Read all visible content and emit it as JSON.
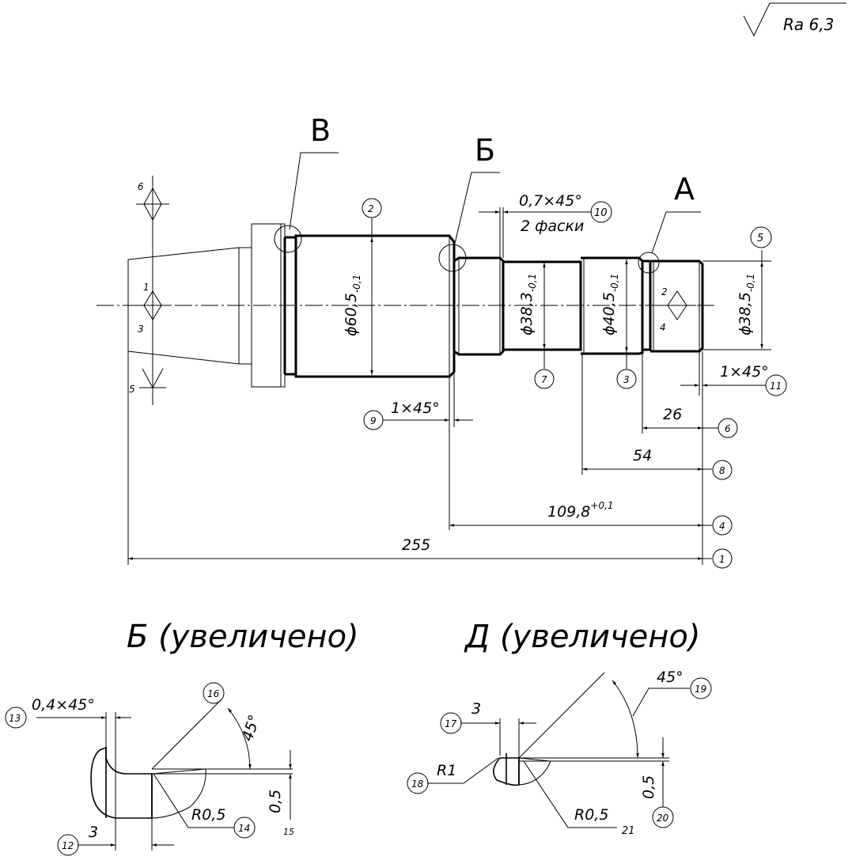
{
  "roughness": {
    "symbol": "Ra 6,3"
  },
  "views": {
    "b": "Б",
    "v": "В",
    "a": "А"
  },
  "dims": {
    "d1": "ϕ60,5",
    "d1_tol": "-0,1",
    "d2": "ϕ38,3",
    "d2_tol": "-0,1",
    "d3": "ϕ40,5",
    "d3_tol": "-0,1",
    "d4": "ϕ38,5",
    "d4_tol": "-0,1",
    "ch1": "0,7×45°",
    "ch1b": "2 фаски",
    "ch2": "1×45°",
    "ch3": "1×45°",
    "l26": "26",
    "l54": "54",
    "l109": "109,8",
    "l109_tol": "+0,1",
    "l255": "255"
  },
  "markers": [
    "1",
    "2",
    "3",
    "4",
    "5",
    "6",
    "7",
    "8",
    "9",
    "10",
    "11",
    "12",
    "13",
    "14",
    "15",
    "16",
    "17",
    "18",
    "19",
    "20",
    "21"
  ],
  "base_marks": {
    "m6": "6",
    "m1": "1",
    "m3": "3",
    "m5": "5",
    "m2": "2",
    "m4": "4"
  },
  "detail_b": {
    "title": "Б (увеличено)",
    "chamfer": "0,4×45°",
    "len": "3",
    "radius": "R0,5",
    "depth": "0,5",
    "angle": "45°"
  },
  "detail_d": {
    "title": "Д (увеличено)",
    "len": "3",
    "r1": "R1",
    "radius": "R0,5",
    "depth": "0,5",
    "angle": "45°"
  }
}
